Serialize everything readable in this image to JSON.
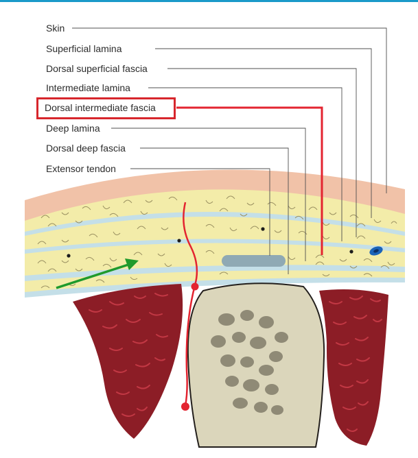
{
  "labels": {
    "skin": "Skin",
    "superficial_lamina": "Superficial lamina",
    "dorsal_superficial_fascia": "Dorsal superficial fascia",
    "intermediate_lamina": "Intermediate lamina",
    "dorsal_intermediate_fascia": "Dorsal intermediate fascia",
    "deep_lamina": "Deep lamina",
    "dorsal_deep_fascia": "Dorsal deep fascia",
    "extensor_tendon": "Extensor tendon"
  },
  "highlighted_label": "dorsal_intermediate_fascia",
  "colors": {
    "accent_rule": "#1b9ac9",
    "highlight": "#d7262c",
    "skin": "#f1c2a8",
    "fat": "#f3eca9",
    "fascia": "#c4dfe8",
    "tendon": "#8fa9b4",
    "muscle": "#8c1d26",
    "bone": "#dbd6bb",
    "arrow": "#1f9a2c",
    "vein": "#1b64b8"
  }
}
